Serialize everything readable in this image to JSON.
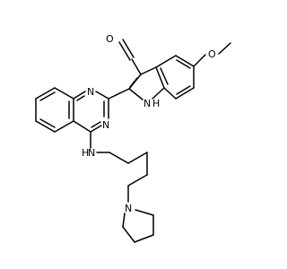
{
  "molecule": {
    "atoms": {
      "o_ald": "O",
      "o_ome": "O",
      "n_q1": "N",
      "n_q3": "N",
      "nh_indole": "N",
      "h_indole": "H",
      "nh_amine": "N",
      "h_amine": "H",
      "n_pyr": "N"
    }
  }
}
